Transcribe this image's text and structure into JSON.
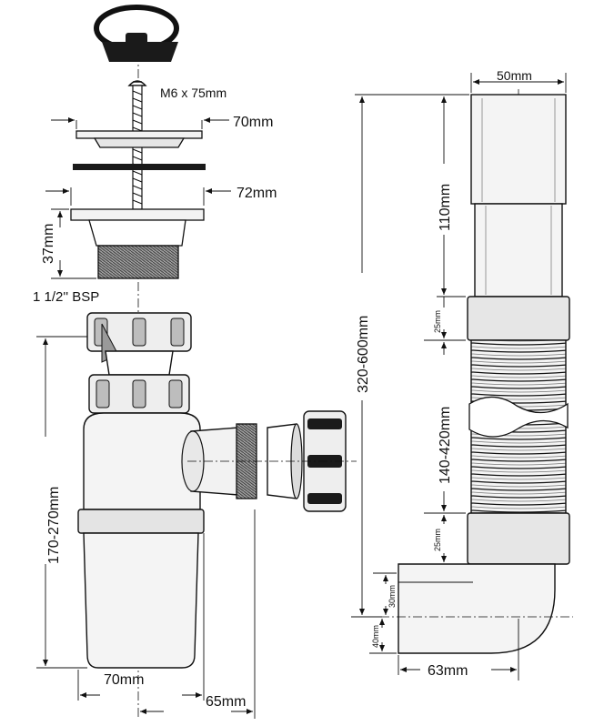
{
  "labels": {
    "screw": "M6 x 75mm",
    "strainer_width": "70mm",
    "washer_width": "72mm",
    "body_height": "37mm",
    "thread": "1 1/2'' BSP",
    "trap_height": "170-270mm",
    "trap_width": "70mm",
    "outlet_offset": "65mm",
    "pipe_diameter": "50mm",
    "top_section": "110mm",
    "total_length": "320-600mm",
    "upper_nut": "25mm",
    "flex_length": "140-420mm",
    "lower_nut": "25mm",
    "elbow_top": "30mm",
    "elbow_bottom": "40mm",
    "elbow_reach": "63mm"
  },
  "colors": {
    "line": "#111111",
    "fill_light": "#f2f2f2",
    "fill_mid": "#d9d9d9",
    "fill_dark": "#1a1a1a"
  }
}
